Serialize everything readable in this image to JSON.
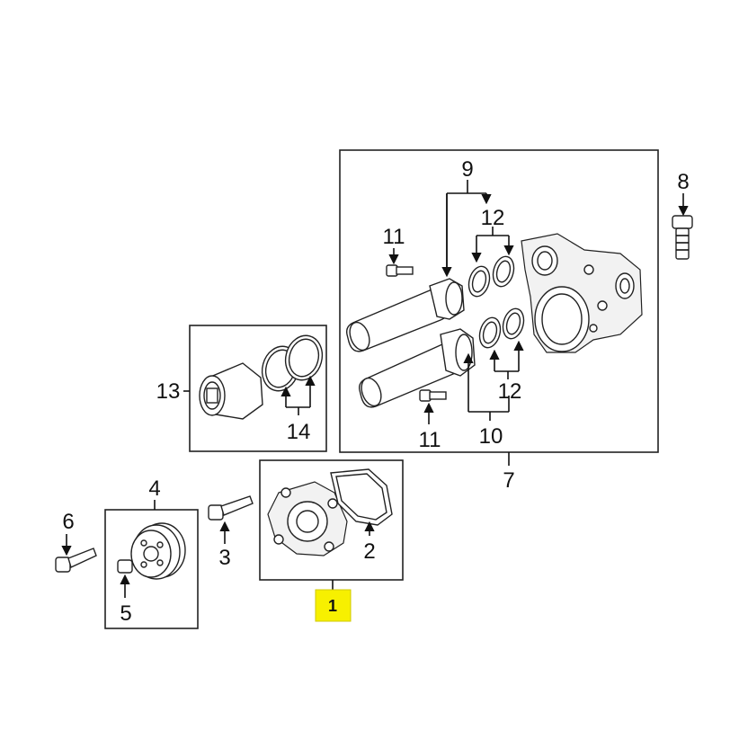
{
  "colors": {
    "line": "#111111",
    "highlight": "#f7f000",
    "background": "#ffffff"
  },
  "callouts": {
    "c1": "1",
    "c2": "2",
    "c3": "3",
    "c4": "4",
    "c5": "5",
    "c6": "6",
    "c7": "7",
    "c8": "8",
    "c9": "9",
    "c10": "10",
    "c11a": "11",
    "c11b": "11",
    "c12a": "12",
    "c12b": "12",
    "c13": "13",
    "c14": "14"
  }
}
